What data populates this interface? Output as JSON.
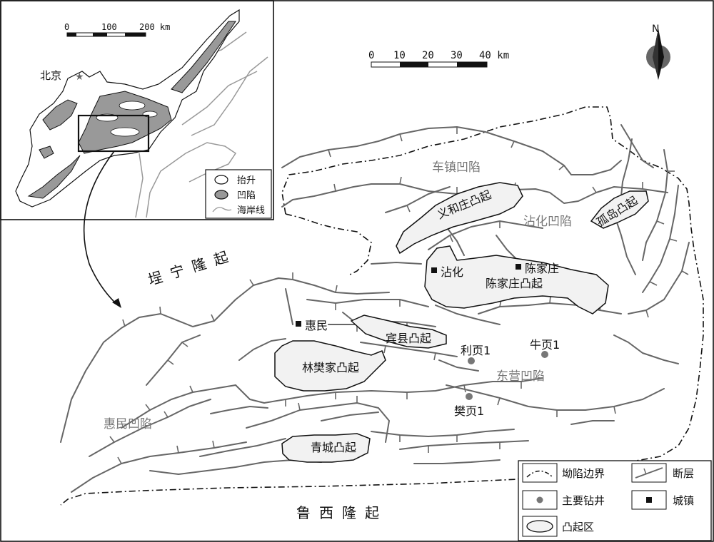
{
  "regions": {
    "uplifts": [
      "埕宁隆起",
      "鲁西隆起"
    ],
    "sags": [
      "车镇凹陷",
      "沾化凹陷",
      "东营凹陷",
      "惠民凹陷"
    ],
    "rises": [
      "义和庄凸起",
      "陈家庄凸起",
      "孤岛凸起",
      "宾县凸起",
      "林樊家凸起",
      "青城凸起"
    ]
  },
  "towns": [
    "沾化",
    "陈家庄",
    "惠民"
  ],
  "wells": [
    "利页1",
    "牛页1",
    "樊页1"
  ],
  "scale": {
    "labels": [
      "0",
      "10",
      "20",
      "30",
      "40 km"
    ]
  },
  "north": "N",
  "inset": {
    "city": "北京",
    "scale": {
      "labels": [
        "0",
        "100",
        "200 km"
      ]
    },
    "legend": [
      {
        "label": "抬升",
        "symbol": "uplift"
      },
      {
        "label": "凹陷",
        "symbol": "sag"
      },
      {
        "label": "海岸线",
        "symbol": "coastline"
      }
    ]
  },
  "legend": [
    {
      "label": "坳陷边界",
      "symbol": "depression-boundary"
    },
    {
      "label": "断层",
      "symbol": "fault"
    },
    {
      "label": "主要钻井",
      "symbol": "well"
    },
    {
      "label": "城镇",
      "symbol": "town"
    },
    {
      "label": "凸起区",
      "symbol": "rise-area"
    }
  ],
  "colors": {
    "fault": "#666666",
    "uplift_fill": "#f2f2f2",
    "sag_fill": "#999999",
    "well": "#777777",
    "town": "#111111"
  }
}
